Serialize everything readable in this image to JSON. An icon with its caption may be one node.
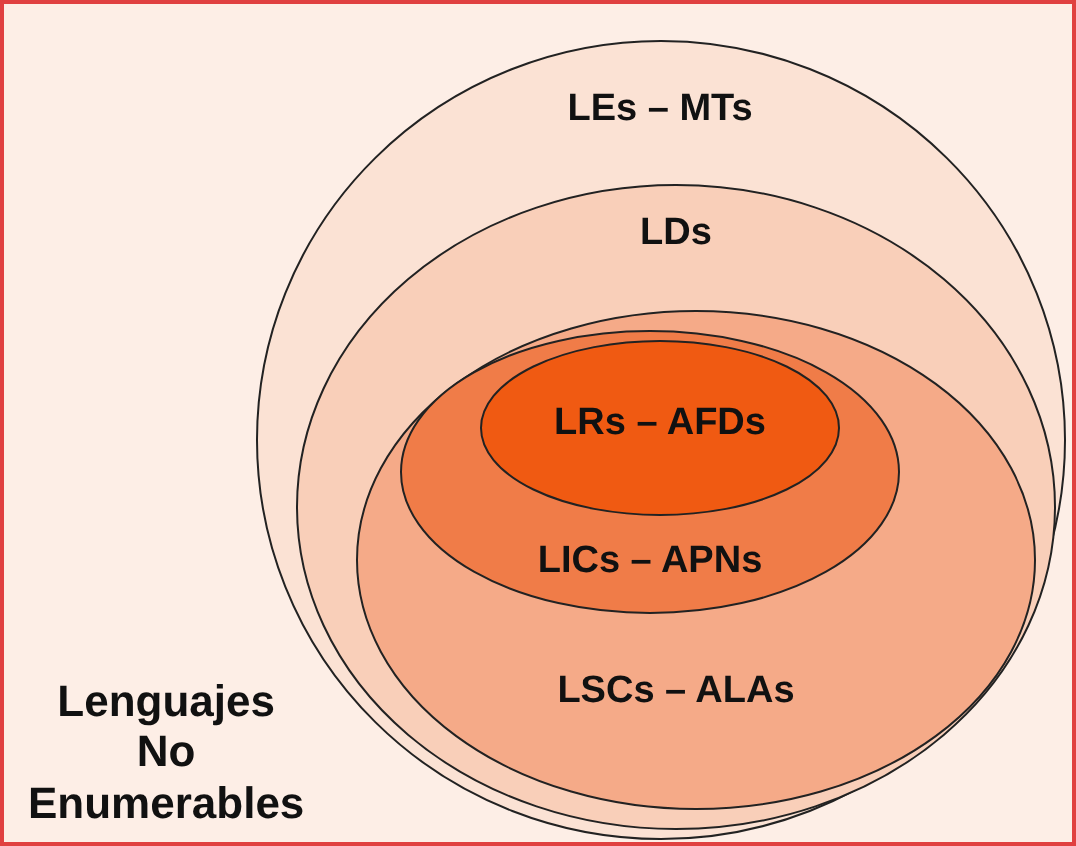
{
  "diagram": {
    "nodes": [
      {
        "text": [
          "Lenguajes No Enumerables"
        ]
      },
      {
        "text": [
          "LEs – MTs"
        ],
        "in": 0
      },
      {
        "text": [
          "LDs"
        ],
        "in": 1
      },
      {
        "text": [
          "LSCs – ALAs"
        ],
        "in": 2
      },
      {
        "text": [
          "LICs – APNs"
        ],
        "in": 3
      },
      {
        "text": [
          "LRs – AFDs"
        ],
        "in": 4
      }
    ]
  }
}
